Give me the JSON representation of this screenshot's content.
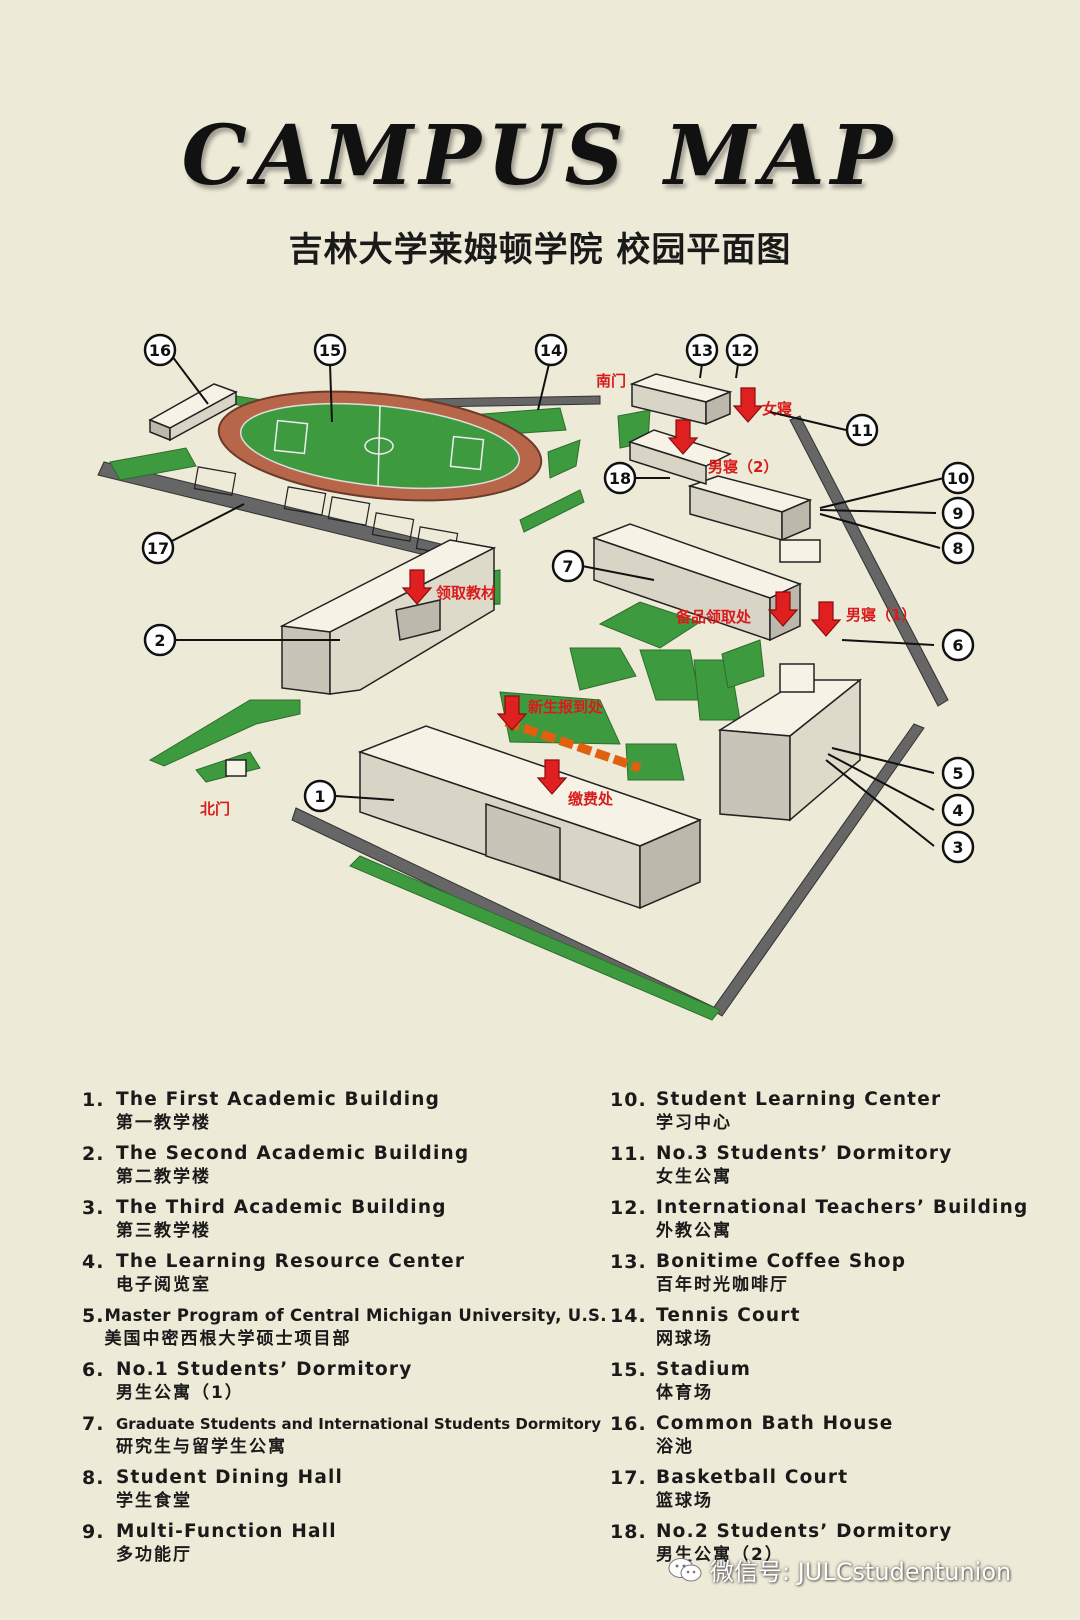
{
  "title": "CAMPUS MAP",
  "subtitle": "吉林大学莱姆顿学院 校园平面图",
  "map": {
    "markers": [
      "1",
      "2",
      "3",
      "4",
      "5",
      "6",
      "7",
      "8",
      "9",
      "10",
      "11",
      "12",
      "13",
      "14",
      "15",
      "16",
      "17",
      "18"
    ],
    "labels": {
      "south_gate": "南门",
      "north_gate": "北门",
      "female_dorm": "女寝",
      "male_dorm_2": "男寝（2）",
      "male_dorm_1": "男寝（1）",
      "textbooks": "领取教材",
      "supplies": "备品领取处",
      "registration": "新生报到处",
      "payment": "缴费处"
    },
    "colors": {
      "grass": "#3e9a3e",
      "track": "#b8664a",
      "arrow": "#e02020",
      "label_red": "#d81c1c",
      "line_orange": "#e06010",
      "road": "#555555"
    }
  },
  "legend": {
    "left": [
      {
        "num": "1.",
        "en": "The First Academic Building",
        "zh": "第一教学楼"
      },
      {
        "num": "2.",
        "en": "The Second Academic Building",
        "zh": "第二教学楼"
      },
      {
        "num": "3.",
        "en": "The Third Academic Building",
        "zh": "第三教学楼"
      },
      {
        "num": "4.",
        "en": "The Learning Resource Center",
        "zh": "电子阅览室"
      },
      {
        "num": "5.",
        "en": "Master Program of Central Michigan University, U.S.",
        "zh": "美国中密西根大学硕士项目部"
      },
      {
        "num": "6.",
        "en": "No.1 Students’  Dormitory",
        "zh": "男生公寓（1）"
      },
      {
        "num": "7.",
        "en": "Graduate Students and International Students  Dormitory",
        "zh": "研究生与留学生公寓"
      },
      {
        "num": "8.",
        "en": "Student Dining Hall",
        "zh": "学生食堂"
      },
      {
        "num": "9.",
        "en": "Multi-Function Hall",
        "zh": "多功能厅"
      }
    ],
    "right": [
      {
        "num": "10.",
        "en": "Student Learning Center",
        "zh": "学习中心"
      },
      {
        "num": "11.",
        "en": "No.3 Students’  Dormitory",
        "zh": "女生公寓"
      },
      {
        "num": "12.",
        "en": "International Teachers’  Building",
        "zh": "外教公寓"
      },
      {
        "num": "13.",
        "en": "Bonitime Coffee Shop",
        "zh": "百年时光咖啡厅"
      },
      {
        "num": "14.",
        "en": "Tennis Court",
        "zh": "网球场"
      },
      {
        "num": "15.",
        "en": "Stadium",
        "zh": "体育场"
      },
      {
        "num": "16.",
        "en": "Common Bath House",
        "zh": "浴池"
      },
      {
        "num": "17.",
        "en": "Basketball Court",
        "zh": "篮球场"
      },
      {
        "num": "18.",
        "en": "No.2 Students’  Dormitory",
        "zh": "男生公寓（2）"
      }
    ]
  },
  "watermark": "微信号: JULCstudentunion"
}
